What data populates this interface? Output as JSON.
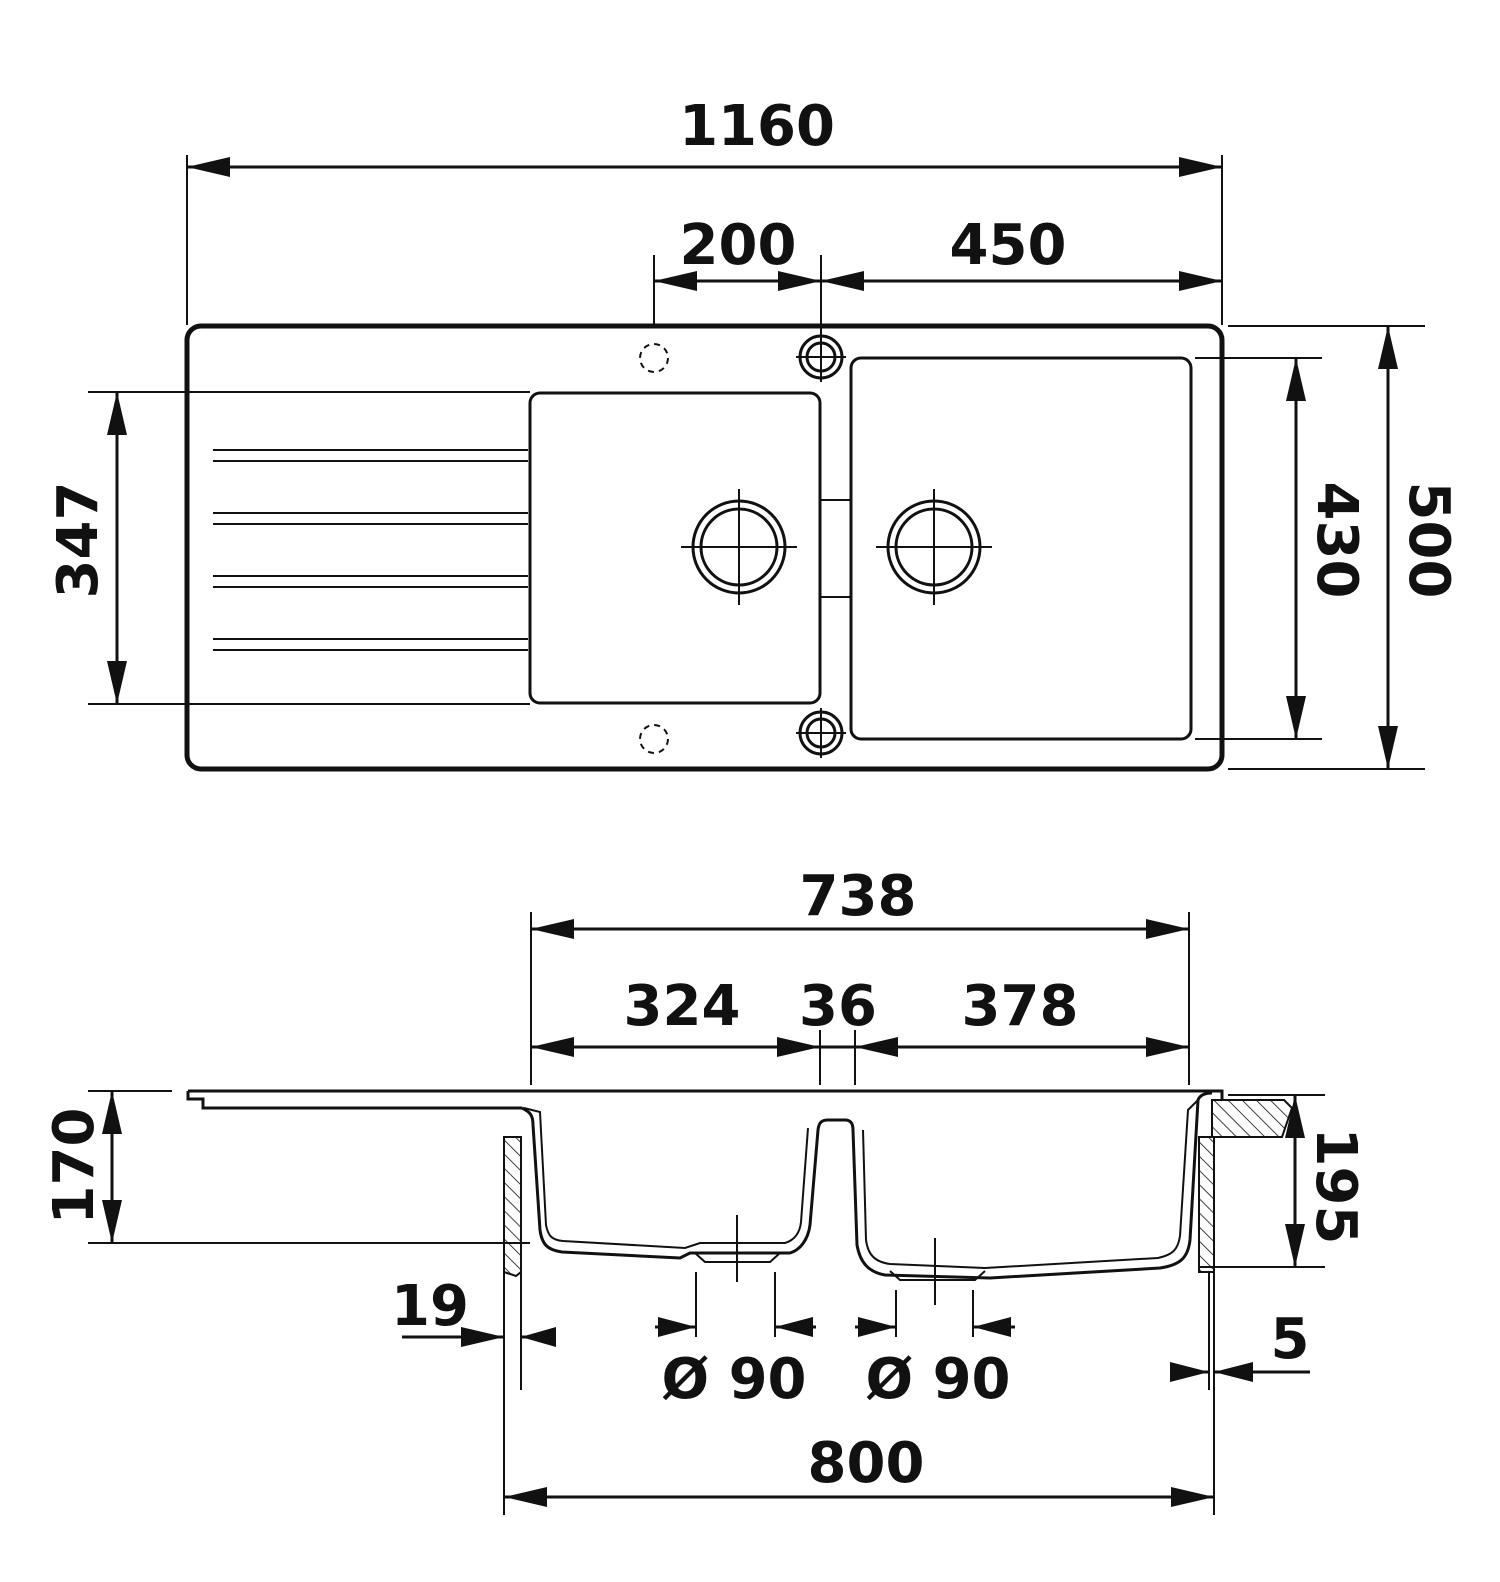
{
  "plan_view": {
    "overall_length": "1160",
    "tap_hole_offset": "200",
    "main_bowl_width": "450",
    "drainer_depth": "347",
    "bowl_depth": "430",
    "overall_width": "500"
  },
  "section_view": {
    "bowls_total": "738",
    "small_bowl": "324",
    "divider": "36",
    "main_bowl": "378",
    "small_bowl_depth": "170",
    "main_bowl_depth": "195",
    "wall_thickness_left": "19",
    "wall_thickness_right": "5",
    "waste_diameter_left": "Ø 90",
    "waste_diameter_right": "Ø 90",
    "cabinet_width": "800"
  }
}
